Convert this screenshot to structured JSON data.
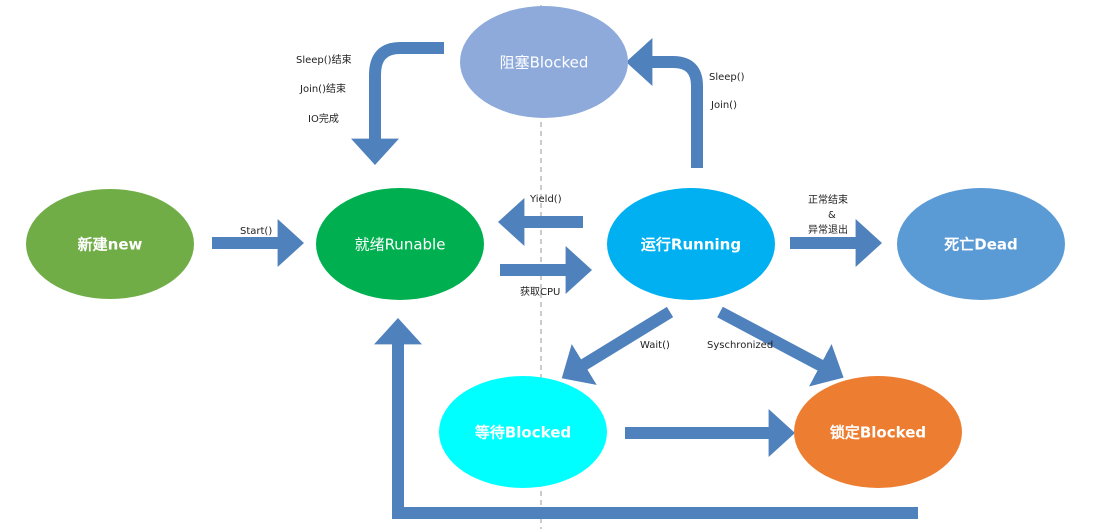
{
  "nodes": {
    "new": {
      "label": "新建new",
      "color": "#70ad47"
    },
    "runnable": {
      "label": "就绪Runable",
      "color": "#00b050"
    },
    "running": {
      "label": "运行Running",
      "color": "#00b0f0"
    },
    "dead": {
      "label": "死亡Dead",
      "color": "#5b9bd5"
    },
    "blocked": {
      "label": "阻塞Blocked",
      "color": "#8eaadb"
    },
    "waiting": {
      "label": "等待Blocked",
      "color": "#00ffff"
    },
    "locked": {
      "label": "锁定Blocked",
      "color": "#ed7d31"
    }
  },
  "edges": {
    "start": "Start()",
    "yield": "Yield()",
    "get_cpu": "获取CPU",
    "finish_line1": "正常结束",
    "finish_line2": "&",
    "finish_line3": "异常退出",
    "to_blocked_1": "Sleep()",
    "to_blocked_2": "Join()",
    "from_blocked_1": "Sleep()结束",
    "from_blocked_2": "Join()结束",
    "from_blocked_3": "IO完成",
    "wait": "Wait()",
    "synchronized": "Syschronized"
  },
  "arrow_color": "#4f81bd"
}
